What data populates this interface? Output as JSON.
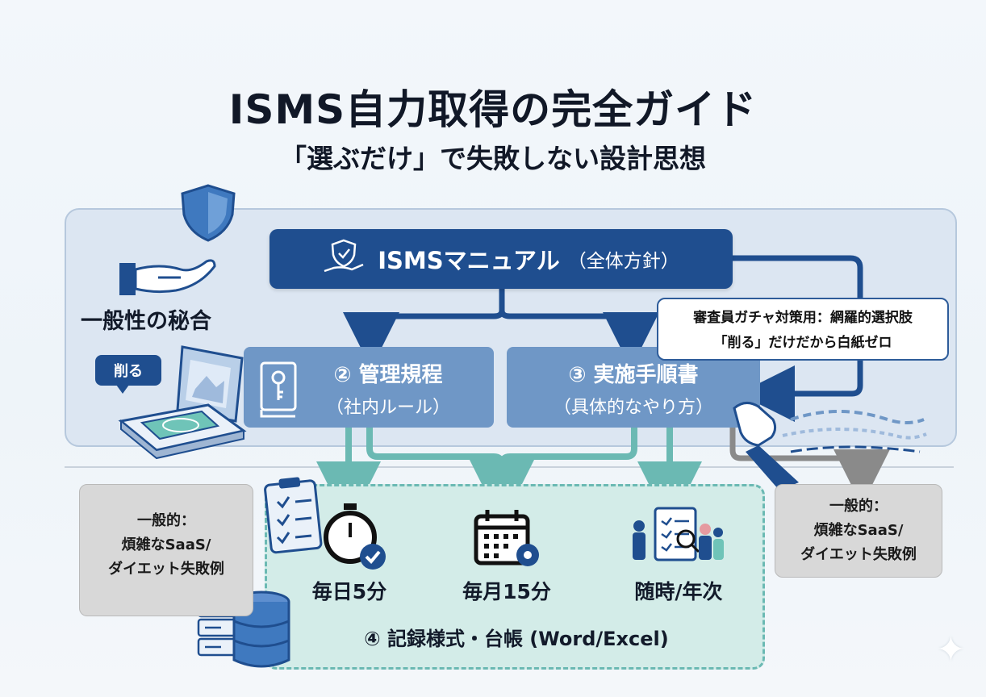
{
  "title": "ISMS自力取得の完全ガイド",
  "subtitle": "「選ぶだけ」で失敗しない設計思想",
  "left_label": "一般性の秘合",
  "kezuru_label": "削る",
  "manual": {
    "main": "ISMSマニュアル",
    "sub": "（全体方針）"
  },
  "box2": {
    "line1": "② 管理規程",
    "line2": "（社内ルール）"
  },
  "box3": {
    "line1": "③ 実施手順書",
    "line2": "（具体的なやり方）"
  },
  "callout": {
    "line1": "審査員ガチャ対策用：網羅的選択肢",
    "line2": "「削る」だけだから白紙ゼロ"
  },
  "metrics": [
    "毎日5分",
    "毎月15分",
    "随時/年次"
  ],
  "record_title": "④ 記録様式・台帳 (Word/Excel)",
  "gray_left": [
    "一般的：",
    "煩雑なSaaS/",
    "ダイエット失敗例"
  ],
  "gray_right": [
    "一般的：",
    "煩雑なSaaS/",
    "ダイエット失敗例"
  ],
  "colors": {
    "navy": "#1f4e8f",
    "mid_blue": "#6f97c6",
    "panel": "#dce6f2",
    "teal": "#6bb9b3",
    "teal_bg": "#d3ece8",
    "gray_box": "#d8d8d8"
  },
  "icons": [
    "shield-icon",
    "hand-icon",
    "tablet-icon",
    "book-key-icon",
    "stopwatch-icon",
    "calendar-gear-icon",
    "people-clipboard-icon",
    "clipboard-icon",
    "database-icon",
    "server-icon",
    "hand-wave-icon",
    "sparkle-icon"
  ]
}
